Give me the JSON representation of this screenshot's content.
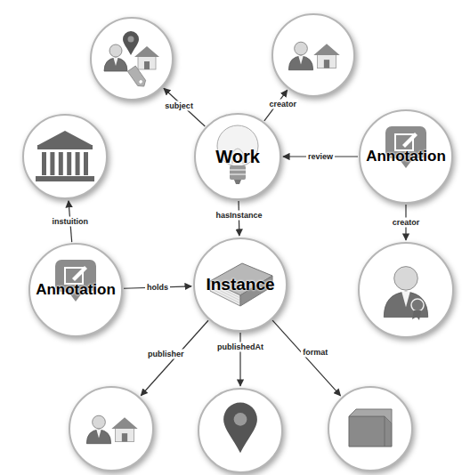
{
  "diagram": {
    "nodes": [
      {},
      {},
      {},
      {
        "text": [
          "Work"
        ]
      },
      {
        "text": [
          "Annotation"
        ]
      },
      {
        "text": [
          "Annotation"
        ]
      },
      {
        "text": [
          "Instance"
        ]
      },
      {},
      {},
      {},
      {}
    ],
    "edges": [
      {
        "from": 3,
        "to": 0,
        "arrow": "to",
        "label": "subject"
      },
      {
        "from": 3,
        "to": 1,
        "arrow": "to",
        "label": "creator"
      },
      {
        "from": 4,
        "to": 3,
        "arrow": "to",
        "label": "review"
      },
      {
        "from": 3,
        "to": 6,
        "arrow": "to",
        "label": "hasInstance"
      },
      {
        "from": 4,
        "to": 7,
        "arrow": "to",
        "label": "creator"
      },
      {
        "from": 5,
        "to": 2,
        "arrow": "to",
        "label": "instuition"
      },
      {
        "from": 5,
        "to": 6,
        "arrow": "to",
        "label": "holds"
      },
      {
        "from": 6,
        "to": 8,
        "arrow": "to",
        "label": "publisher"
      },
      {
        "from": 6,
        "to": 9,
        "arrow": "to",
        "label": "publishedAt"
      },
      {
        "from": 6,
        "to": 10,
        "arrow": "to",
        "label": "format"
      }
    ]
  }
}
